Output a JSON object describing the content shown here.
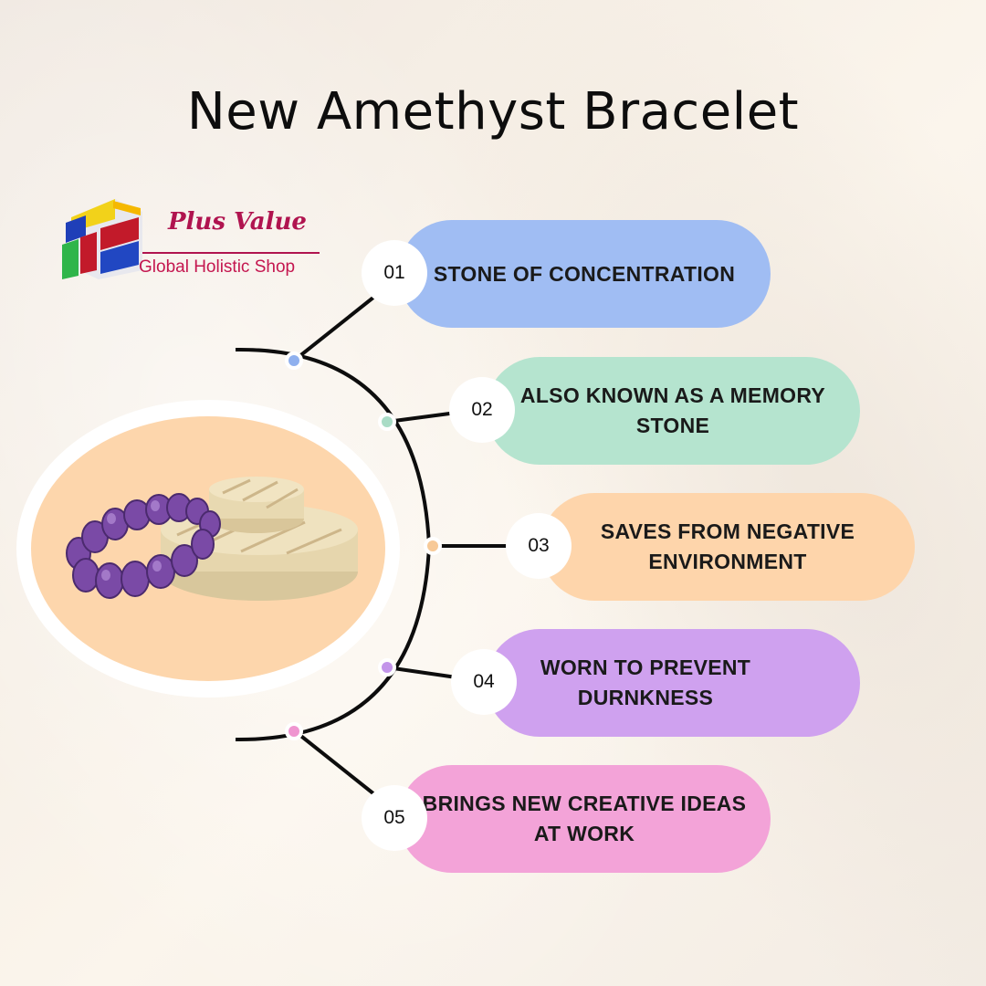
{
  "title": "New Amethyst Bracelet",
  "logo": {
    "name": "Plus Value",
    "tagline": "Global Holistic Shop"
  },
  "image": {
    "subject": "amethyst-bracelet-on-wooden-stand"
  },
  "points": [
    {
      "number": "01",
      "text": "STONE OF CONCENTRATION",
      "color": "#a0bdf3",
      "dot_color": "#8fb0ee"
    },
    {
      "number": "02",
      "text": "ALSO KNOWN AS A MEMORY STONE",
      "color": "#b5e4cf",
      "dot_color": "#a9dcc6"
    },
    {
      "number": "03",
      "text": "SAVES FROM NEGATIVE ENVIRONMENT",
      "color": "#fed5ab",
      "dot_color": "#f7c997"
    },
    {
      "number": "04",
      "text": "WORN TO PREVENT DURNKNESS",
      "color": "#cfa1ef",
      "dot_color": "#c395ea"
    },
    {
      "number": "05",
      "text": "BRINGS NEW CREATIVE IDEAS AT WORK",
      "color": "#f3a3d8",
      "dot_color": "#ef95d0"
    }
  ],
  "colors": {
    "background": "#f6efe6",
    "logo": "#b0144f",
    "photo_backdrop": "#fdd6ac",
    "line": "#0d0d0d"
  }
}
